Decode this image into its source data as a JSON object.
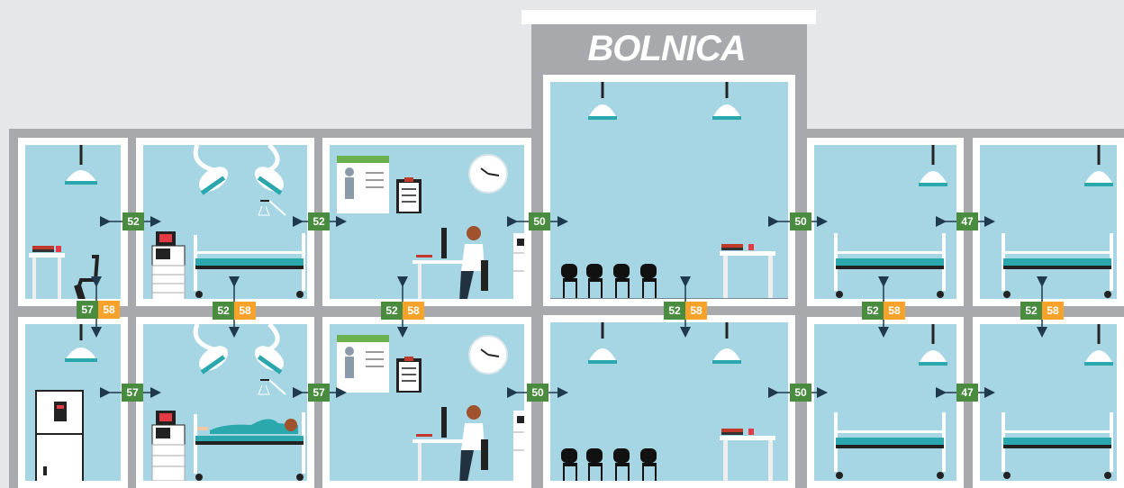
{
  "building": {
    "title": "BOLNICA"
  },
  "colors": {
    "green": "#4a8c3f",
    "orange": "#f7a32b",
    "room": "#a6d5e3",
    "wall": "#a7a9ac",
    "lamp": "#2aa8ad"
  },
  "horizontal_labels": {
    "top_row": [
      "52",
      "52",
      "50",
      "50",
      "47"
    ],
    "bottom_row": [
      "57",
      "57",
      "50",
      "50",
      "47"
    ]
  },
  "vertical_labels": [
    {
      "green": "57",
      "orange": "58"
    },
    {
      "green": "52",
      "orange": "58"
    },
    {
      "green": "52",
      "orange": "58"
    },
    {
      "green": "52",
      "orange": "58"
    },
    {
      "green": "52",
      "orange": "58"
    },
    {
      "green": "52",
      "orange": "58"
    }
  ],
  "rooms": [
    {
      "name": "lab-top",
      "icons": [
        "lamp-icon",
        "desk-icon",
        "chair-icon"
      ]
    },
    {
      "name": "surgery-top",
      "icons": [
        "surgical-lamp-icon",
        "monitor-cart-icon",
        "bed-icon"
      ]
    },
    {
      "name": "consult-top",
      "icons": [
        "anatomy-chart-icon",
        "clipboard-icon",
        "clock-icon",
        "doctor-icon",
        "shelf-icon"
      ]
    },
    {
      "name": "waiting-top",
      "icons": [
        "lamp-icon",
        "chairs-icon",
        "desk-icon"
      ]
    },
    {
      "name": "ward-top-1",
      "icons": [
        "lamp-icon",
        "bed-icon"
      ]
    },
    {
      "name": "ward-top-2",
      "icons": [
        "lamp-icon",
        "bed-icon"
      ]
    },
    {
      "name": "lab-bottom",
      "icons": [
        "lamp-icon",
        "refrigerator-icon"
      ]
    },
    {
      "name": "surgery-bottom",
      "icons": [
        "surgical-lamp-icon",
        "monitor-cart-icon",
        "patient-bed-icon"
      ]
    },
    {
      "name": "consult-bottom",
      "icons": [
        "anatomy-chart-icon",
        "clipboard-icon",
        "clock-icon",
        "doctor-icon",
        "shelf-icon"
      ]
    },
    {
      "name": "waiting-bottom",
      "icons": [
        "lamp-icon",
        "chairs-icon",
        "desk-icon"
      ]
    },
    {
      "name": "ward-bottom-1",
      "icons": [
        "lamp-icon",
        "bed-icon"
      ]
    },
    {
      "name": "ward-bottom-2",
      "icons": [
        "lamp-icon",
        "bed-icon"
      ]
    }
  ]
}
